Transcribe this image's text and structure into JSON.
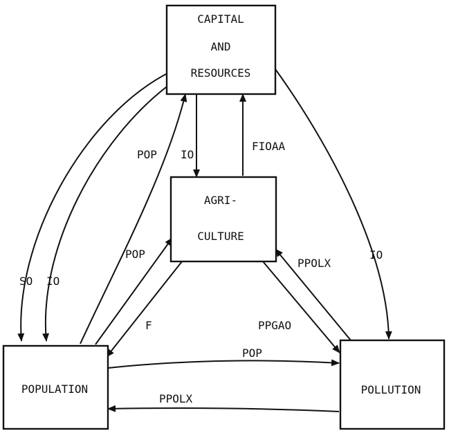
{
  "nodes": {
    "capital": {
      "lines": [
        "CAPITAL",
        "AND",
        "RESOURCES"
      ]
    },
    "agriculture": {
      "lines": [
        "AGRI-",
        "CULTURE"
      ]
    },
    "population": {
      "lines": [
        "POPULATION"
      ]
    },
    "pollution": {
      "lines": [
        "POLLUTION"
      ]
    }
  },
  "edges": {
    "capital_to_population_so": "SO",
    "capital_to_population_io": "IO",
    "population_to_capital_pop": "POP",
    "capital_to_agriculture_io": "IO",
    "agriculture_to_capital_fioaa": "FIOAA",
    "capital_to_pollution_io": "IO",
    "population_to_agriculture_pop": "POP",
    "agriculture_to_population_f": "F",
    "pollution_to_agriculture_ppolx": "PPOLX",
    "agriculture_to_pollution_ppgao": "PPGAO",
    "population_to_pollution_pop": "POP",
    "pollution_to_population_ppolx": "PPOLX"
  }
}
